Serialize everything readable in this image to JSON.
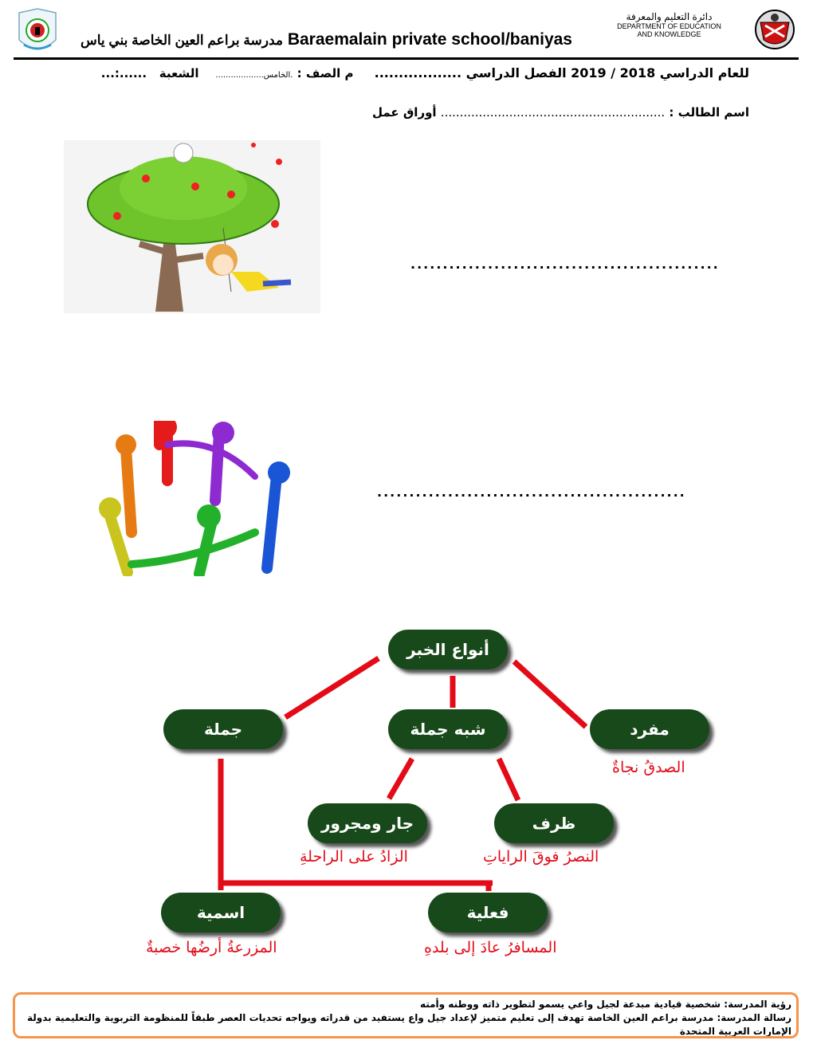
{
  "header": {
    "school_name_en": "Baraemalain private school/baniyas",
    "school_name_ar": "مدرسة براعم العين الخاصة بني ياس",
    "dept_ar": "دائرة التعليم والمعرفة",
    "dept_en_1": "DEPARTMENT OF EDUCATION",
    "dept_en_2": "AND KNOWLEDGE"
  },
  "info": {
    "year_label": "للعام الدراسي 2018 / 2019 الفصل الدراسي ..................",
    "grade_label": "م الصف :",
    "grade_value": ".الخامس...................",
    "section_label": "الشعبة",
    "section_value": "......:...",
    "student_label": "اسم الطالب :",
    "student_dots": "...........................................................",
    "worksheet": "أوراق عمل"
  },
  "answers": {
    "line1": "................................................",
    "line2": "................................................"
  },
  "diagram": {
    "root": "أنواع الخبر",
    "sentence": "جملة",
    "semi_sentence": "شبه جملة",
    "single": "مفرد",
    "prep": "جار ومجرور",
    "adverb": "ظرف",
    "nominal": "اسمية",
    "verbal": "فعلية",
    "ex_single": "الصدقُ نجاةٌ",
    "ex_prep": "الزادُ على الراحلةِ",
    "ex_adverb": "النصرُ فوقَ الراياتِ",
    "ex_nominal": "المزرعةُ أرضُها خصبةٌ",
    "ex_verbal": "المسافرُ عادَ إلى بلدهِ"
  },
  "footer": {
    "vision": "رؤية المدرسة: شخصية قيادية مبدعة لجيل واعي يسمو لتطوير ذاته ووطنه وأمته",
    "mission": "رسالة المدرسة: مدرسة براعم العين الخاصة تهدف إلى تعليم متميز لإعداد جيل واع يستفيد من قدراته ويواجه تحديات العصر طبقاً للمنظومة التربوية والتعليمية بدولة الإمارات العربية المتحدة"
  },
  "colors": {
    "node": "#18491a",
    "connector": "#e30b17",
    "footer_border": "#f7944a"
  }
}
